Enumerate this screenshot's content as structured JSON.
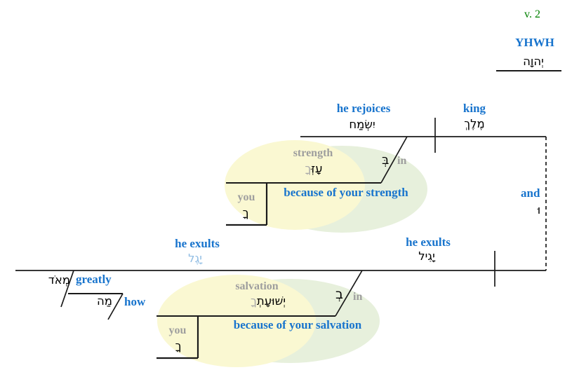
{
  "verse_ref": "v. 2",
  "vocative": {
    "gloss": "YHWH",
    "hebrew": "יְהוָה"
  },
  "clause1": {
    "verb": {
      "gloss": "he rejoices",
      "hebrew": "יִשְׂמַח"
    },
    "subject": {
      "gloss": "king",
      "hebrew": "מֶלֶךְ"
    },
    "prep_phrase": {
      "preposition": {
        "gloss": "in",
        "hebrew": "בְּ"
      },
      "object": {
        "gloss": "strength",
        "hebrew": "עָזְּ",
        "suffix_hebrew": "ךָ"
      },
      "possessor": {
        "gloss": "you",
        "hebrew": "ךָ"
      },
      "translation": "because of your strength"
    }
  },
  "conjunction": {
    "gloss": "and",
    "hebrew": "וּ"
  },
  "clause2": {
    "verb_variant": {
      "gloss": "he exults",
      "hebrew": "יָגֶל"
    },
    "verb": {
      "gloss": "he exults",
      "hebrew": "יָגִיל"
    },
    "adverb1": {
      "gloss": "greatly",
      "hebrew": "מְאֹד"
    },
    "adverb2": {
      "gloss": "how",
      "hebrew": "מַה"
    },
    "prep_phrase": {
      "preposition": {
        "gloss": "in",
        "hebrew": "בְ"
      },
      "object": {
        "gloss": "salvation",
        "hebrew": "יְשׁוּעָתְ",
        "suffix_hebrew": "ךָ"
      },
      "possessor": {
        "gloss": "you",
        "hebrew": "ךָ"
      },
      "translation": "because of your salvation"
    }
  },
  "colors": {
    "accent_blue": "#1874CD",
    "muted_blue": "#92BEE4",
    "muted_gray": "#9E9E9E",
    "verse_green": "#008000",
    "ellipse_yellow": "#FAF8D2",
    "ellipse_green": "#E7F0DC",
    "line": "#1A1A1A"
  }
}
